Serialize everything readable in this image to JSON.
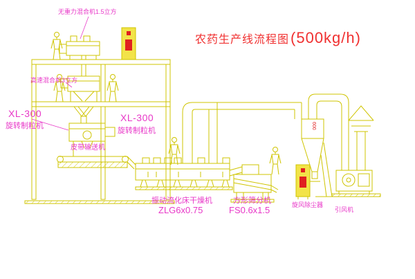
{
  "title": {
    "main": "农药生产线流程图",
    "capacity": "(500kg/h)"
  },
  "labels": {
    "mixer_top": "无重力混合机1.5立方",
    "mixer_mid": "高速混合机3立方",
    "granulator_left_model": "XL-300",
    "granulator_left_name": "旋转制粒机",
    "granulator_mid_model": "XL-300",
    "granulator_mid_name": "旋转制粒机",
    "belt_conveyor": "皮带输送机",
    "dryer_name": "振动流化床干燥机",
    "dryer_model": "ZLG6x0.75",
    "sieve_name": "方形筛分机",
    "sieve_model": "FS0.6x1.5",
    "cyclone_name": "旋风除尘器",
    "cyclone_dim": "600",
    "fan_name": "引风机"
  },
  "colors": {
    "line": "#cfc400",
    "label": "#e838c8",
    "title": "#f03030",
    "panel_fill": "#f2e349",
    "accent_red": "#e02020"
  }
}
